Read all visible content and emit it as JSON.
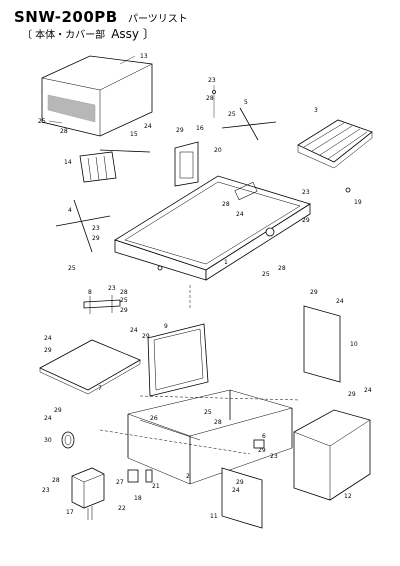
{
  "header": {
    "model": "SNW-200PB",
    "doc_type": "パーツリスト",
    "section_label": "〔 本体・カバー部",
    "section_assy": "Assy 〕"
  },
  "callouts": {
    "c13": "13",
    "c23a": "23",
    "c28a": "28",
    "c25a": "25",
    "c28b": "28",
    "c5": "5",
    "c25b": "25",
    "c3": "3",
    "c15": "15",
    "c24a": "24",
    "c29a": "29",
    "c16": "16",
    "c14": "14",
    "c20": "20",
    "c19": "19",
    "c23b": "23",
    "c29b": "29",
    "c28c": "28",
    "c24b": "24",
    "c4": "4",
    "c23c": "23",
    "c29c": "29",
    "c25c": "25",
    "c1": "1",
    "c25d": "25",
    "c28d": "28",
    "c8": "8",
    "c23d": "23",
    "c28e": "28",
    "c25e": "25",
    "c29d": "29",
    "c24c": "24",
    "c29e": "29",
    "c9": "9",
    "c29f": "29",
    "c24d": "24",
    "c10": "10",
    "c24e": "24",
    "c29g": "29",
    "c7": "7",
    "c29h": "29",
    "c24f": "24",
    "c26": "26",
    "c25f": "25",
    "c28f": "28",
    "c24g": "24",
    "c29i": "29",
    "c30": "30",
    "c6": "6",
    "c29j": "29",
    "c23e": "23",
    "c27": "27",
    "c21": "21",
    "c2": "2",
    "c18": "18",
    "c22": "22",
    "c28g": "28",
    "c23f": "23",
    "c17": "17",
    "c29k": "29",
    "c24h": "24",
    "c11": "11",
    "c12": "12"
  }
}
